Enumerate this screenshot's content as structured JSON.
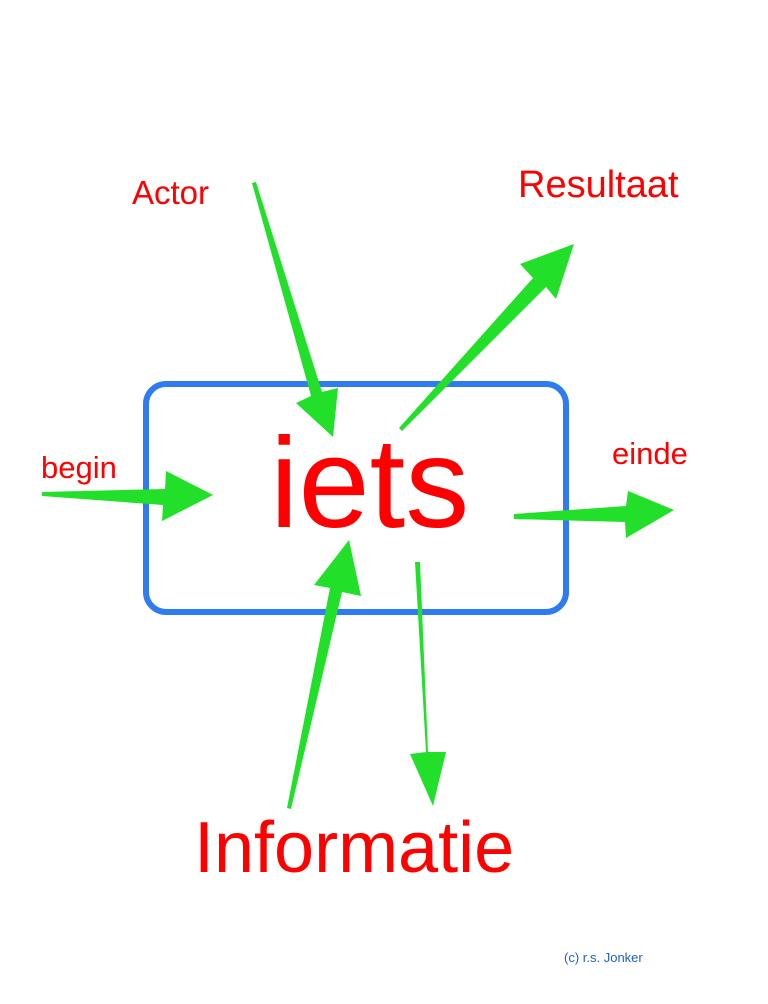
{
  "colors": {
    "box_stroke": "#2f7cf0",
    "arrow_fill": "#22e02a",
    "label_color": "#ff0000",
    "footer_color": "#1f5fd6"
  },
  "labels": {
    "actor": "Actor",
    "result": "Resultaat",
    "begin": "begin",
    "end": "einde",
    "center": "iets",
    "information": "Informatie"
  },
  "footer": {
    "copyright": "(c) r.s. Jonker"
  }
}
